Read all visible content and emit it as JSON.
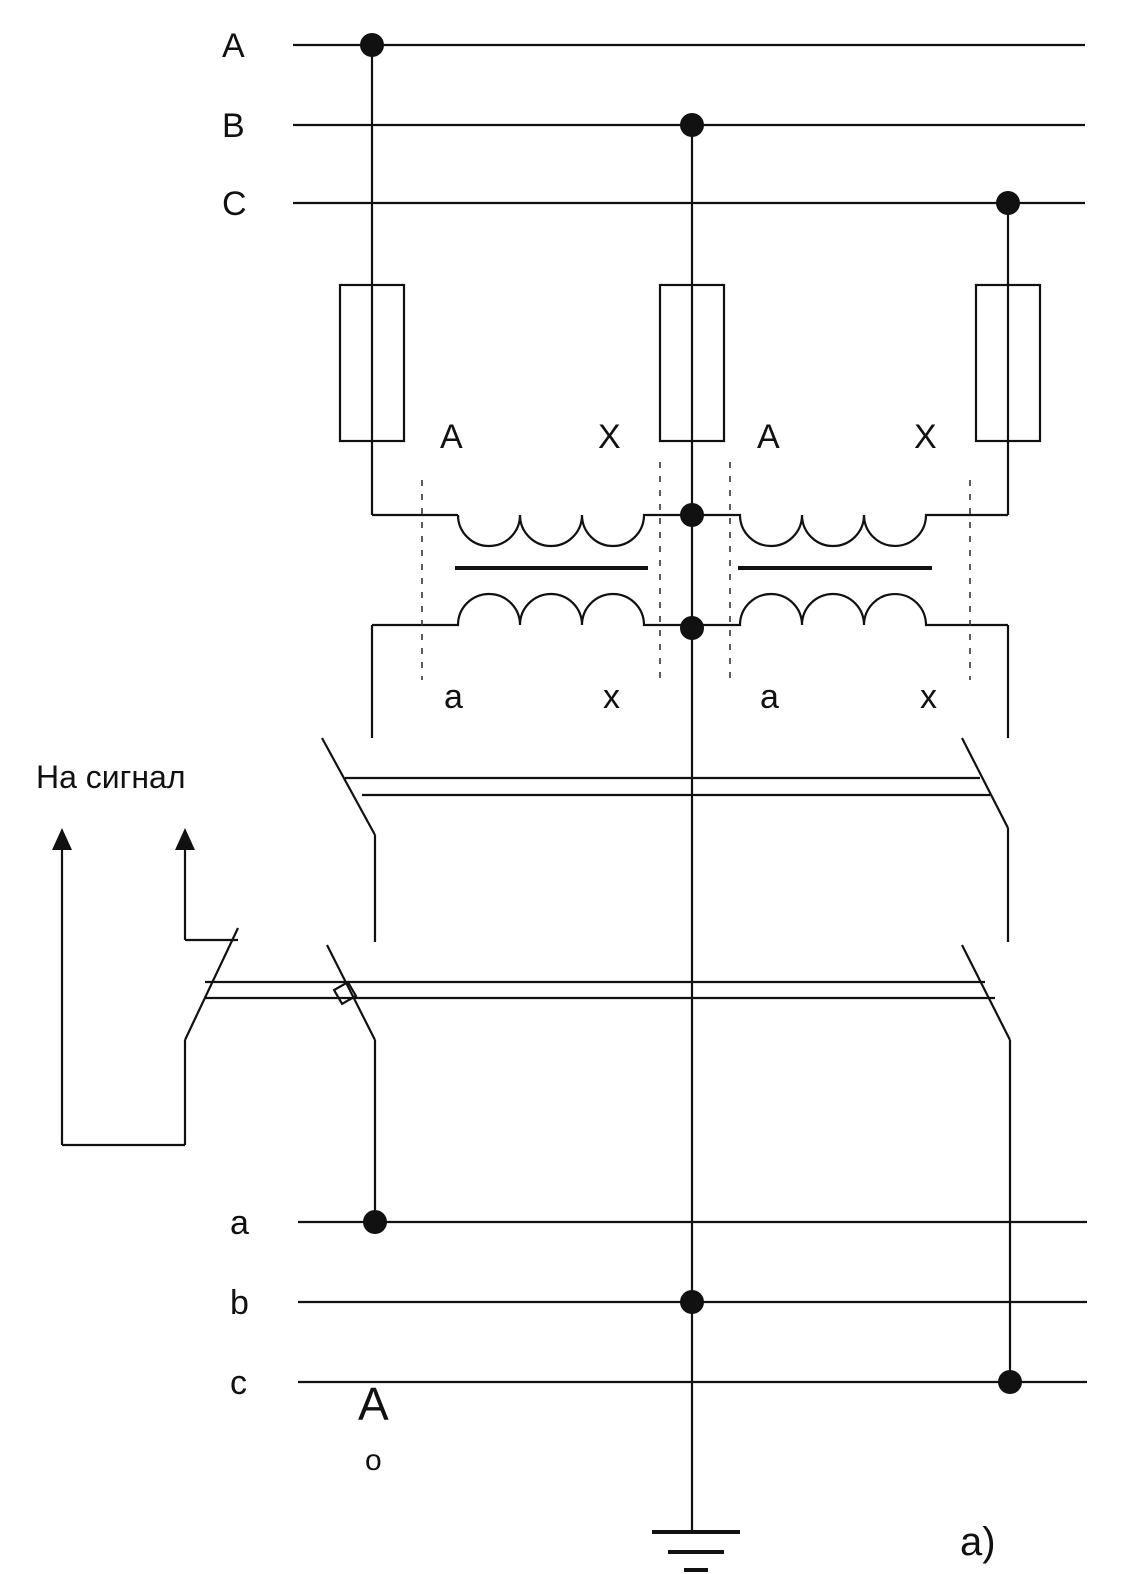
{
  "bus_primary": {
    "phase_a": "A",
    "phase_b": "B",
    "phase_c": "C"
  },
  "transformer_1": {
    "primary_start": "A",
    "primary_end": "X",
    "secondary_start": "a",
    "secondary_end": "x"
  },
  "transformer_2": {
    "primary_start": "A",
    "primary_end": "X",
    "secondary_start": "a",
    "secondary_end": "x"
  },
  "signal_label": "На сигнал",
  "bus_secondary": {
    "phase_a": "a",
    "phase_b": "b",
    "phase_c": "c"
  },
  "breaker_mark": {
    "letter": "A",
    "subscript": "o"
  },
  "figure_label": "а)"
}
